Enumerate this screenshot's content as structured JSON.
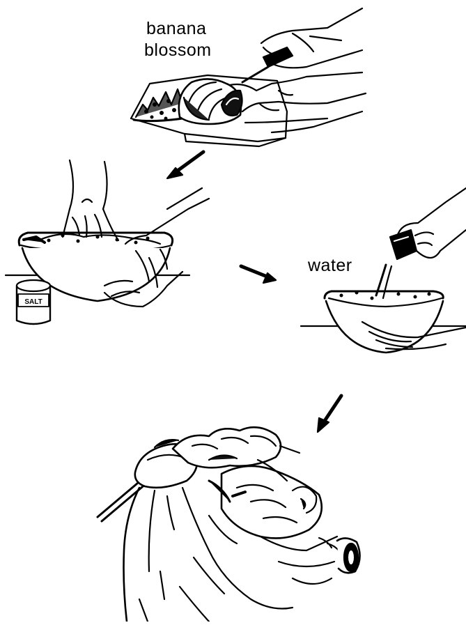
{
  "labels": {
    "banana": "banana",
    "blossom": "blossom",
    "water": "water"
  },
  "can_label": "SALT",
  "colors": {
    "ink": "#000000",
    "paper": "#ffffff"
  },
  "steps": [
    {
      "name": "slice-banana-blossom-icon"
    },
    {
      "name": "knead-with-salt-icon"
    },
    {
      "name": "rinse-with-water-icon"
    },
    {
      "name": "squeeze-in-cloth-icon"
    }
  ]
}
